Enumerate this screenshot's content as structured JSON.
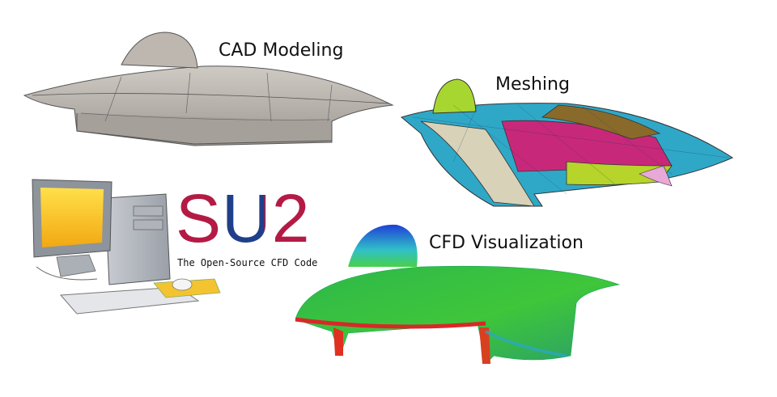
{
  "labels": {
    "cad": "CAD Modeling",
    "meshing": "Meshing",
    "cfd": "CFD Visualization"
  },
  "logo": {
    "name": "SU2",
    "tagline": "The Open-Source CFD Code"
  },
  "colors": {
    "logo_s": "#b31b45",
    "logo_u2": "#1f3f8a",
    "cad_gray": "#b5b0aa"
  },
  "icons": [
    "desktop-computer-icon",
    "monitor-icon",
    "keyboard-icon",
    "mouse-icon",
    "tower-case-icon"
  ]
}
